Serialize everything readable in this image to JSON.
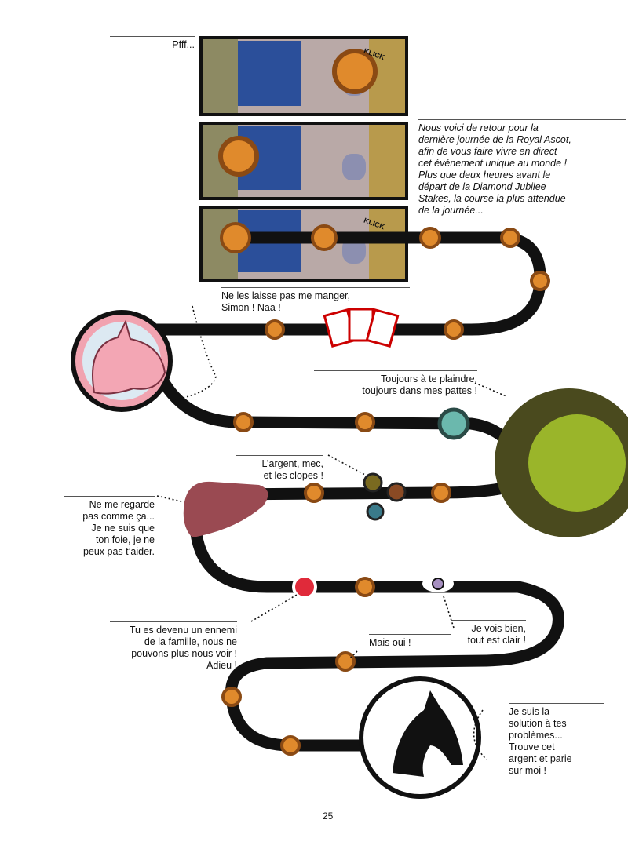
{
  "captions": {
    "pfff": "Pfff...",
    "narrator": [
      "Nous voici de retour pour la",
      "dernière journée de la Royal Ascot,",
      "afin de vous faire vivre en direct",
      "cet événement unique au monde !",
      "Plus que deux heures avant le",
      "départ de la Diamond Jubilee",
      "Stakes, la course la plus attendue",
      "de la journée..."
    ],
    "unicorn": [
      "Ne les laisse pas me manger,",
      "Simon ! Naa !"
    ],
    "complain": [
      "Toujours à te plaindre,",
      "toujours dans mes pattes !"
    ],
    "money": [
      "L’argent, mec,",
      "et les clopes !"
    ],
    "liver": [
      "Ne me regarde",
      "pas comme ça...",
      "Je ne suis que",
      "ton foie, je ne",
      "peux pas t’aider."
    ],
    "family": [
      "Tu es devenu un ennemi",
      "de la famille, nous ne",
      "pouvons plus nous voir !",
      "Adieu !"
    ],
    "eye": [
      "Je vois bien,",
      "tout est clair !"
    ],
    "maisoui": "Mais oui !",
    "horse": [
      "Je suis la",
      "solution à tes",
      "problèmes...",
      "Trouve cet",
      "argent et parie",
      "sur moi !"
    ]
  },
  "panel_sfx": "KLICK",
  "page_number": "25",
  "colors": {
    "path": "#111111",
    "dot": "#e08a2c",
    "dot_ring": "#8a4a14",
    "big_outer": "#4a4a1e",
    "big_inner": "#9ab52a",
    "liver": "#9a4a52",
    "teal": "#6bb8ad"
  }
}
